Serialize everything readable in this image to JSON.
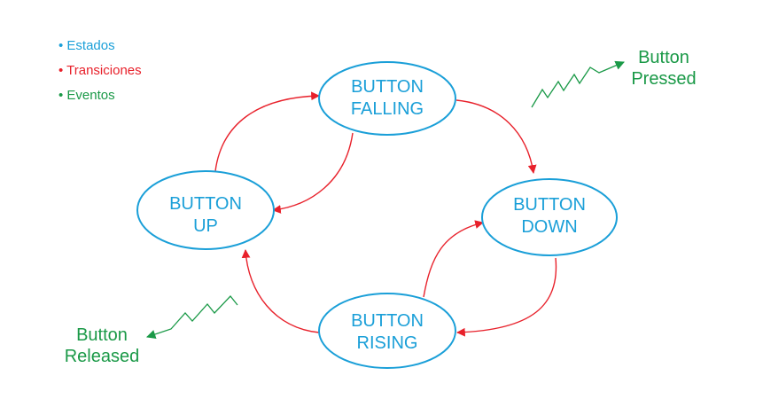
{
  "colors": {
    "state": "#1a9fd8",
    "transition": "#e8212b",
    "event": "#1a9947",
    "background": "#ffffff"
  },
  "legend": {
    "items": [
      {
        "label": "• Estados",
        "color": "#1a9fd8"
      },
      {
        "label": "• Transiciones",
        "color": "#e8212b"
      },
      {
        "label": "• Eventos",
        "color": "#1a9947"
      }
    ]
  },
  "states": [
    {
      "id": "falling",
      "label_line1": "BUTTON",
      "label_line2": "FALLING"
    },
    {
      "id": "up",
      "label_line1": "BUTTON",
      "label_line2": "UP"
    },
    {
      "id": "down",
      "label_line1": "BUTTON",
      "label_line2": "DOWN"
    },
    {
      "id": "rising",
      "label_line1": "BUTTON",
      "label_line2": "RISING"
    }
  ],
  "events": [
    {
      "id": "pressed",
      "label_line1": "Button",
      "label_line2": "Pressed"
    },
    {
      "id": "released",
      "label_line1": "Button",
      "label_line2": "Released"
    }
  ],
  "transitions": [
    {
      "from": "up",
      "to": "falling"
    },
    {
      "from": "falling",
      "to": "up"
    },
    {
      "from": "falling",
      "to": "down"
    },
    {
      "from": "down",
      "to": "rising"
    },
    {
      "from": "rising",
      "to": "down"
    },
    {
      "from": "rising",
      "to": "up"
    }
  ]
}
